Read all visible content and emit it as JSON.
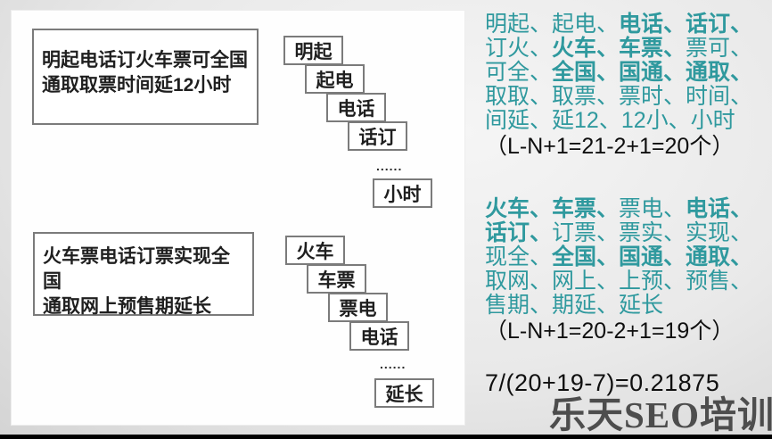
{
  "colors": {
    "teal": "#2F999E",
    "box_border": "#7B7B7B",
    "text_black": "#1F1F1F",
    "formula_black": "#0F0F0F",
    "logo_gray": "#4D4D4D",
    "panel_bg": "#FEFEFE",
    "bottom_bar": "#000000"
  },
  "sentences": [
    {
      "lines": [
        "明起电话订火车票可全国",
        "通取取票时间延12小时"
      ]
    },
    {
      "lines": [
        "火车票电话订票实现全国",
        "通取网上预售期延长"
      ]
    }
  ],
  "cascades": [
    {
      "boxes": [
        "明起",
        "起电",
        "电话",
        "话订"
      ],
      "ellipsis": "......",
      "last_box": "小时"
    },
    {
      "boxes": [
        "火车",
        "车票",
        "票电",
        "电话"
      ],
      "ellipsis": "......",
      "last_box": "延长"
    }
  ],
  "shingle_lists": [
    {
      "separator": "、",
      "items": [
        {
          "t": "明起",
          "b": false
        },
        {
          "t": "起电",
          "b": false
        },
        {
          "t": "电话",
          "b": true
        },
        {
          "t": "话订",
          "b": true
        },
        {
          "t": "订火",
          "b": false
        },
        {
          "t": "火车",
          "b": true
        },
        {
          "t": "车票",
          "b": true
        },
        {
          "t": "票可",
          "b": false
        },
        {
          "t": "可全",
          "b": false
        },
        {
          "t": "全国",
          "b": true
        },
        {
          "t": "国通",
          "b": true
        },
        {
          "t": "通取",
          "b": true
        },
        {
          "t": "取取",
          "b": false
        },
        {
          "t": "取票",
          "b": false
        },
        {
          "t": "票时",
          "b": false
        },
        {
          "t": "时间",
          "b": false
        },
        {
          "t": "间延",
          "b": false
        },
        {
          "t": "延12",
          "b": false
        },
        {
          "t": "12小",
          "b": false
        },
        {
          "t": "小时",
          "b": false
        }
      ],
      "count_formula": "（L-N+1=21-2+1=20个）"
    },
    {
      "separator": "、",
      "items": [
        {
          "t": "火车",
          "b": true
        },
        {
          "t": "车票",
          "b": true
        },
        {
          "t": "票电",
          "b": false
        },
        {
          "t": "电话",
          "b": true
        },
        {
          "t": "话订",
          "b": true
        },
        {
          "t": "订票",
          "b": false
        },
        {
          "t": "票实",
          "b": false
        },
        {
          "t": "实现",
          "b": false
        },
        {
          "t": "现全",
          "b": false
        },
        {
          "t": "全国",
          "b": true
        },
        {
          "t": "国通",
          "b": true
        },
        {
          "t": "通取",
          "b": true
        },
        {
          "t": "取网",
          "b": false
        },
        {
          "t": "网上",
          "b": false
        },
        {
          "t": "上预",
          "b": false
        },
        {
          "t": "预售",
          "b": false
        },
        {
          "t": "售期",
          "b": false
        },
        {
          "t": "期延",
          "b": false
        },
        {
          "t": "延长",
          "b": false
        }
      ],
      "count_formula": "（L-N+1=20-2+1=19个）"
    }
  ],
  "similarity_formula": "7/(20+19-7)=0.21875",
  "logo_text": "乐天SEO培训"
}
